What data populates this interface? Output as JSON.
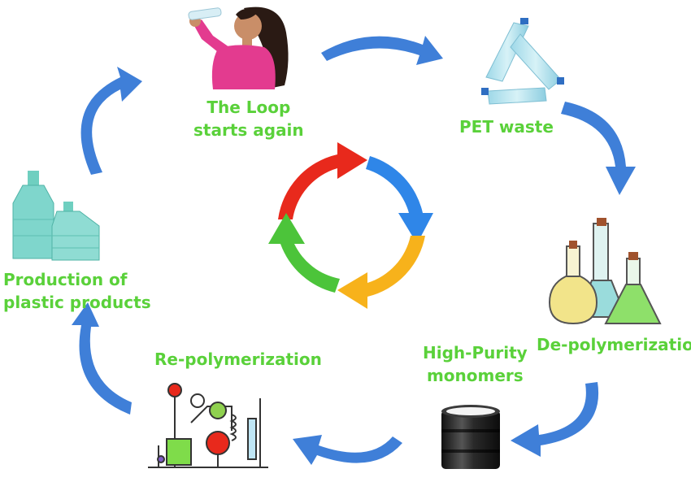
{
  "labels": {
    "loop": [
      "The Loop",
      "starts again"
    ],
    "pet_waste": "PET waste",
    "depolymerization": "De-polymerization",
    "monomers": [
      "High-Purity",
      "monomers"
    ],
    "repolymerization": "Re-polymerization",
    "production": [
      "Production of",
      "plastic products"
    ]
  },
  "colors": {
    "label_green": "#5ad13a",
    "cycle_red": "#e8291c",
    "cycle_blue": "#2f86e8",
    "cycle_yellow": "#f7b21b",
    "cycle_green": "#4cc43a",
    "outer_arrow": "#3f7fd8"
  },
  "icons": [
    "woman-drinking-icon",
    "pet-bottle-recycle-icon",
    "chemistry-flasks-icon",
    "oil-barrel-icon",
    "lab-apparatus-icon",
    "plastic-bottles-icon"
  ]
}
